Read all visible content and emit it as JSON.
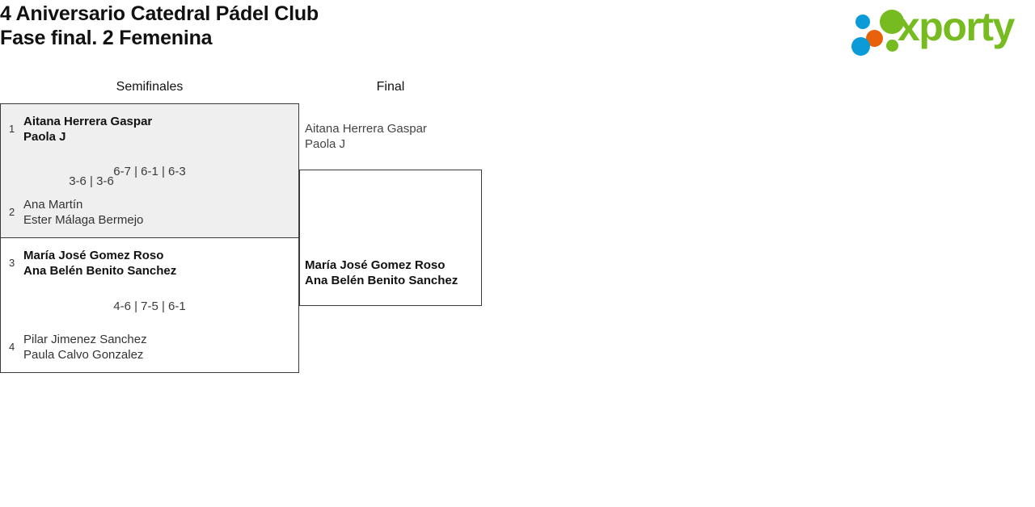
{
  "header": {
    "title_line1": "4 Aniversario Catedral Pádel Club",
    "title_line2": "Fase final. 2 Femenina",
    "logo_text": "xporty",
    "brand_green": "#76bc21",
    "brand_blue": "#0b9bd8",
    "brand_orange": "#e8620c"
  },
  "bracket": {
    "rounds": [
      {
        "label": "Semifinales"
      },
      {
        "label": "Final"
      }
    ],
    "semifinals": [
      {
        "highlighted": true,
        "score": "6-7 | 6-1 | 6-3",
        "top": {
          "seed": "1",
          "player1": "Aitana Herrera Gaspar",
          "player2": "Paola J",
          "winner": true
        },
        "bottom": {
          "seed": "2",
          "player1": "Ana Martín",
          "player2": "Ester Málaga Bermejo",
          "winner": false
        }
      },
      {
        "highlighted": false,
        "score": "4-6 | 7-5 | 6-1",
        "top": {
          "seed": "3",
          "player1": "María José Gomez Roso",
          "player2": "Ana Belén Benito Sanchez",
          "winner": true
        },
        "bottom": {
          "seed": "4",
          "player1": "Pilar Jimenez Sanchez",
          "player2": "Paula Calvo Gonzalez",
          "winner": false
        }
      }
    ],
    "final": {
      "score": "3-6 | 3-6",
      "top": {
        "player1": "Aitana Herrera Gaspar",
        "player2": "Paola J",
        "winner": false
      },
      "bottom": {
        "player1": "María José Gomez Roso",
        "player2": "Ana Belén Benito Sanchez",
        "winner": true
      }
    }
  }
}
